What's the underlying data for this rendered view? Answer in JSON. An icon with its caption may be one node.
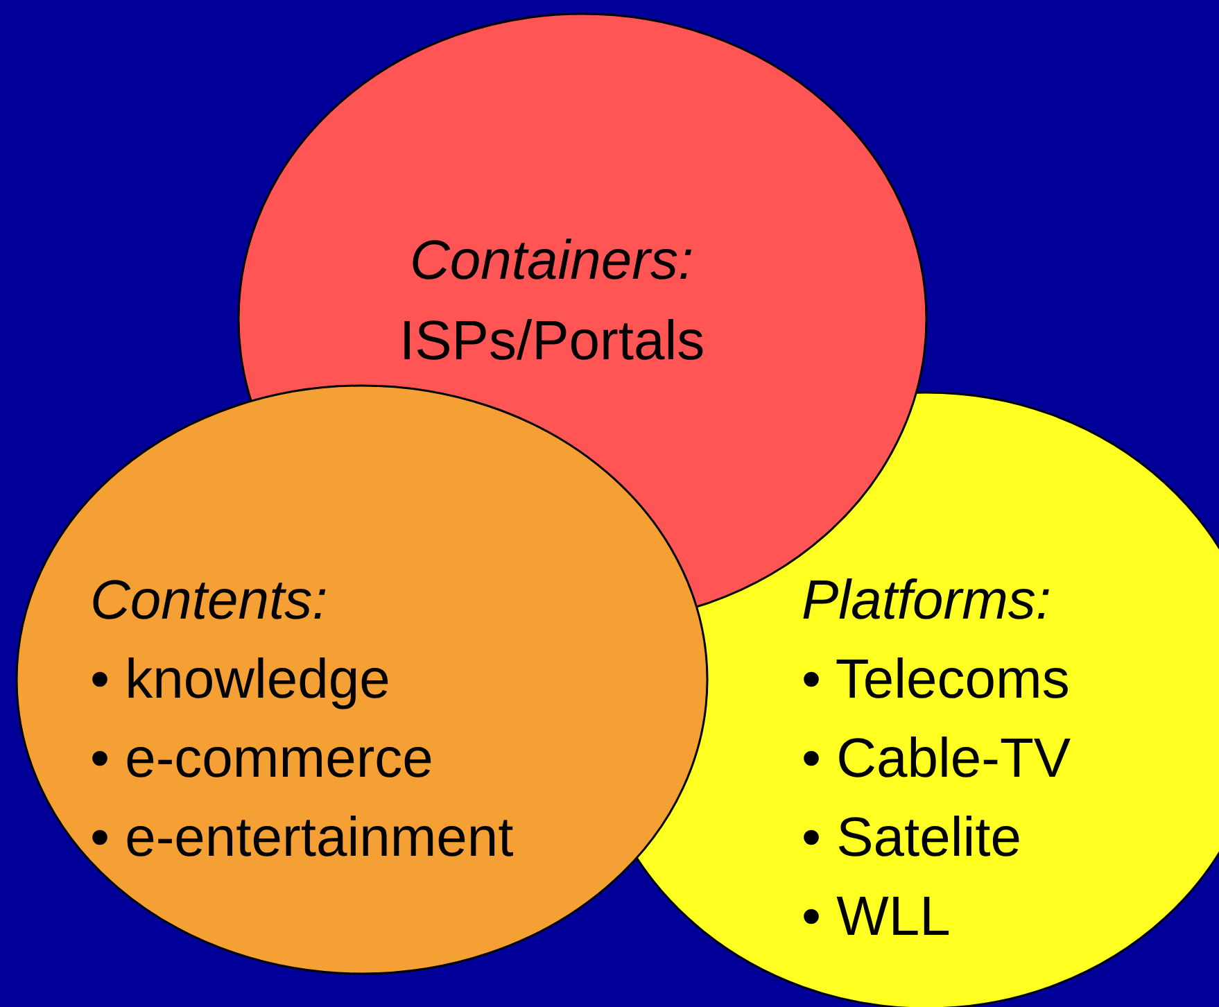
{
  "diagram": {
    "nodes": [
      {
        "text": [
          "Containers:",
          "ISPs/Portals"
        ]
      },
      {
        "text": [
          "Contents:",
          "• knowledge",
          "• e-commerce",
          "• e-entertainment"
        ]
      },
      {
        "text": [
          "Platforms:",
          "• Telecoms",
          "• Cable-TV",
          "• Satelite",
          "• WLL"
        ]
      }
    ]
  }
}
